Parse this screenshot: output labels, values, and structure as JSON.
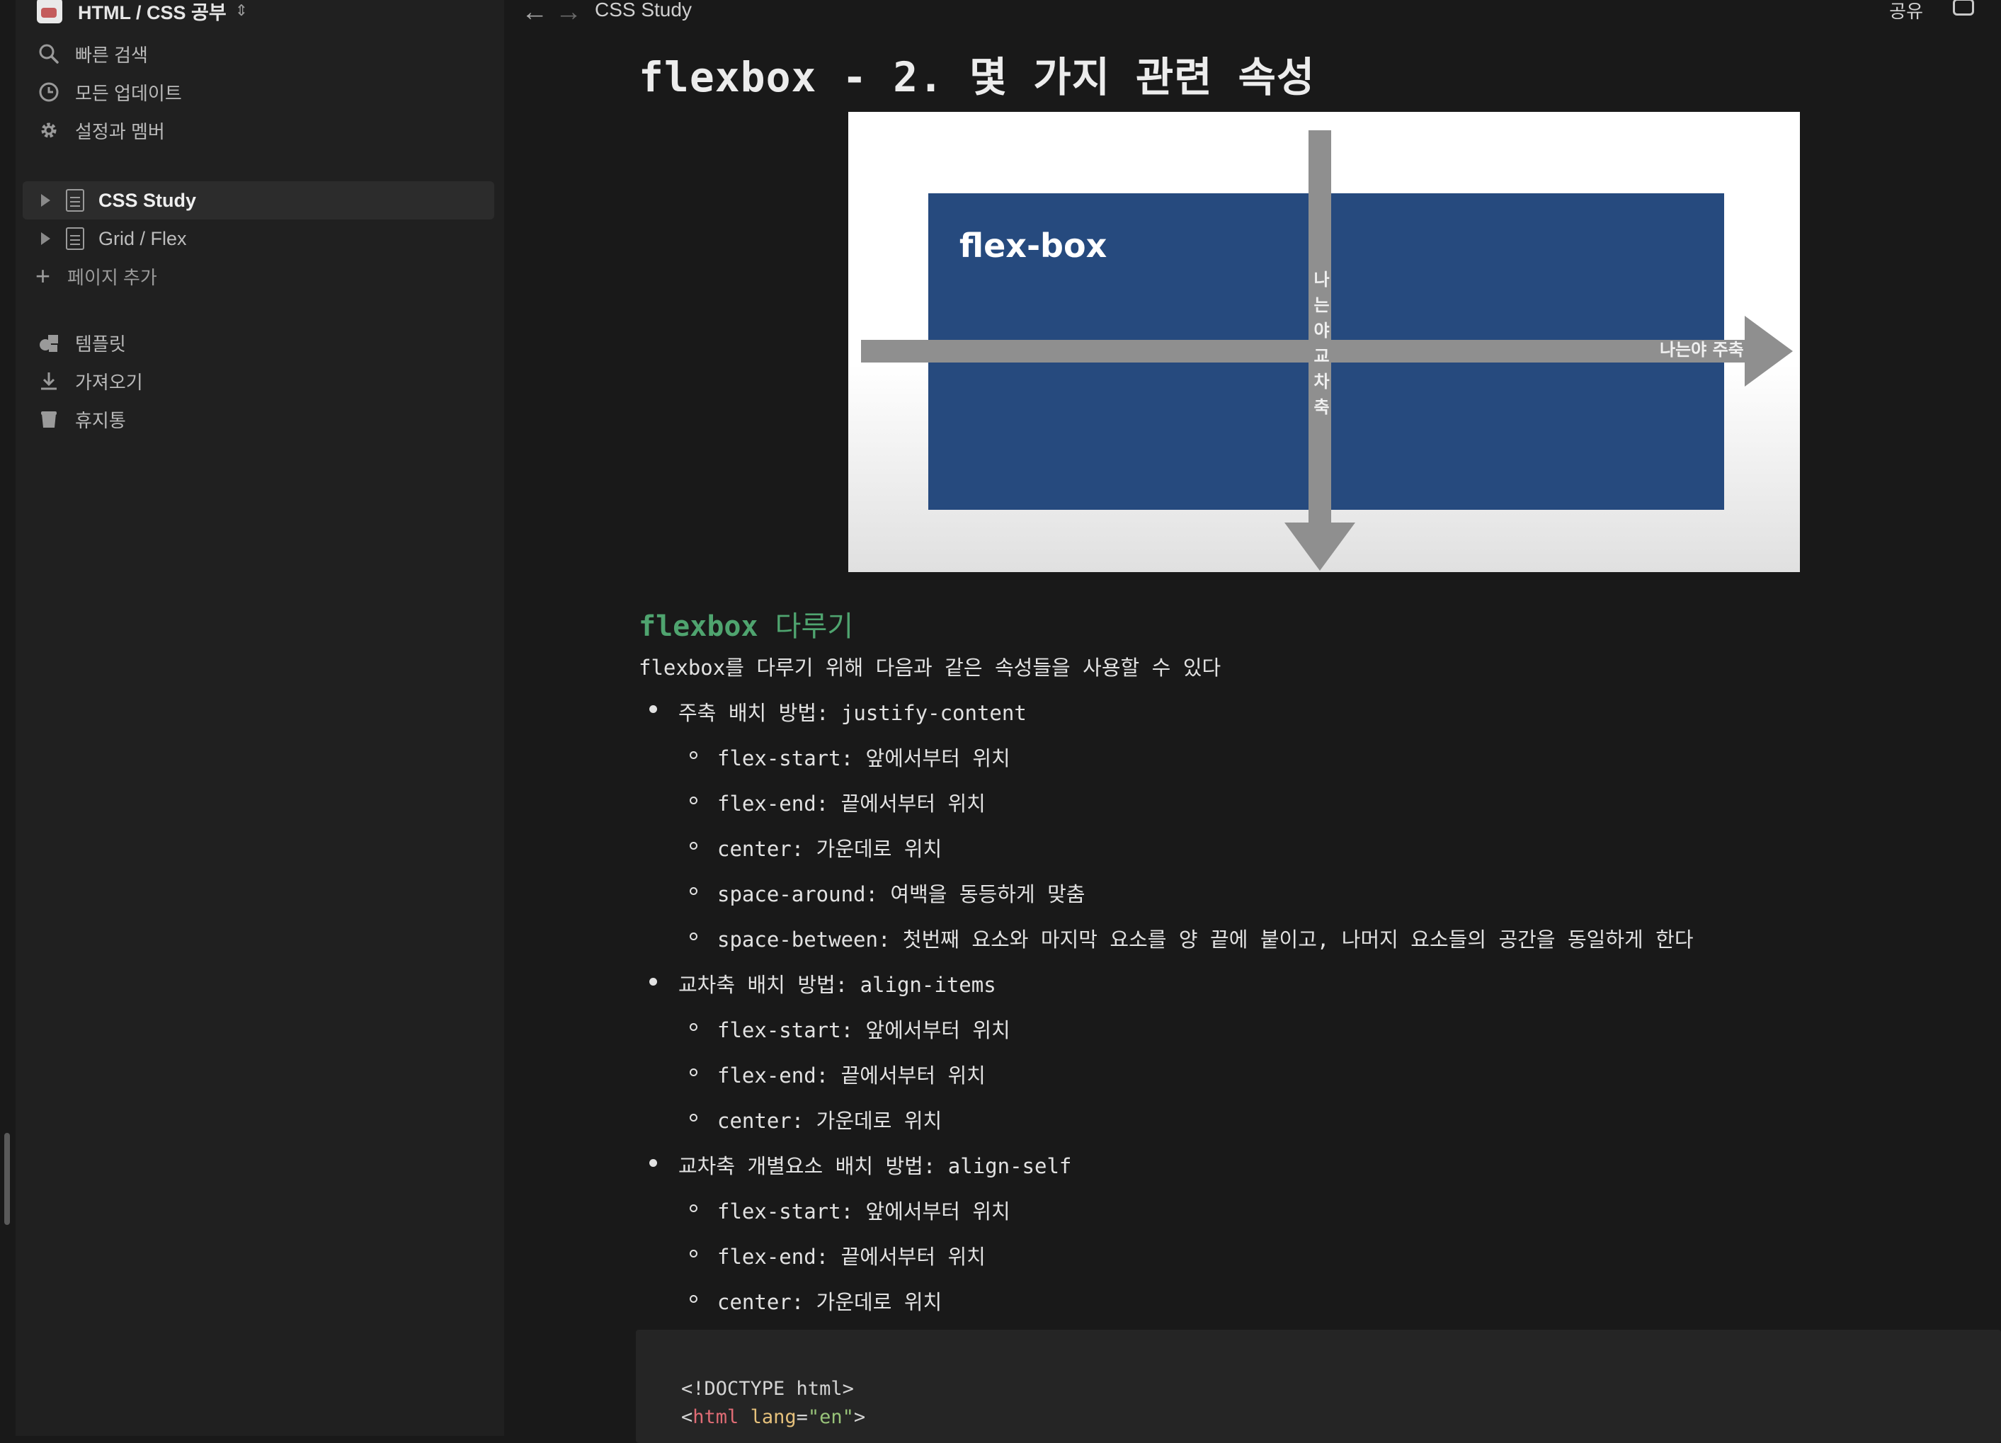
{
  "sidebar": {
    "workspace_title": "HTML / CSS 공부",
    "nav": [
      {
        "label": "빠른 검색",
        "icon": "search-icon"
      },
      {
        "label": "모든 업데이트",
        "icon": "clock-icon"
      },
      {
        "label": "설정과 멤버",
        "icon": "gear-icon"
      }
    ],
    "pages": [
      {
        "label": "CSS Study",
        "icon": "page-icon",
        "active": true
      },
      {
        "label": "Grid / Flex",
        "icon": "page-icon",
        "active": false
      }
    ],
    "add_page_label": "페이지 추가",
    "bottom": [
      {
        "label": "템플릿",
        "icon": "shapes-icon"
      },
      {
        "label": "가져오기",
        "icon": "download-icon"
      },
      {
        "label": "휴지통",
        "icon": "trash-icon"
      }
    ]
  },
  "topbar": {
    "breadcrumb": "CSS Study",
    "share_label": "공유"
  },
  "page": {
    "title": "flexbox - 2. 몇 가지 관련 속성",
    "figure": {
      "box_label": "flex-box",
      "main_axis_label": "나는야 주축",
      "cross_axis_label": "나는야교차축",
      "colors": {
        "box": "#264a7e",
        "arrow": "#8f8f8f"
      }
    },
    "section_title_code": "flexbox",
    "section_title_text": "다루기",
    "intro": "flexbox를 다루기 위해 다음과 같은 속성들을 사용할 수 있다",
    "groups": [
      {
        "label": "주축 배치 방법: justify-content",
        "items": [
          "flex-start: 앞에서부터 위치",
          "flex-end: 끝에서부터 위치",
          "center: 가운데로 위치",
          "space-around: 여백을 동등하게 맞춤",
          "space-between: 첫번째 요소와 마지막 요소를 양 끝에 붙이고, 나머지 요소들의 공간을 동일하게 한다"
        ]
      },
      {
        "label": "교차축 배치 방법: align-items",
        "items": [
          "flex-start: 앞에서부터 위치",
          "flex-end: 끝에서부터 위치",
          "center: 가운데로 위치"
        ]
      },
      {
        "label": "교차축 개별요소 배치 방법: align-self",
        "items": [
          "flex-start: 앞에서부터 위치",
          "flex-end: 끝에서부터 위치",
          "center: 가운데로 위치"
        ]
      }
    ],
    "code": {
      "line1": "<!DOCTYPE html>",
      "line2_open": "<",
      "line2_tag": "html",
      "line2_attr": "lang",
      "line2_eq": "=",
      "line2_val": "\"en\"",
      "line2_close": ">"
    }
  }
}
